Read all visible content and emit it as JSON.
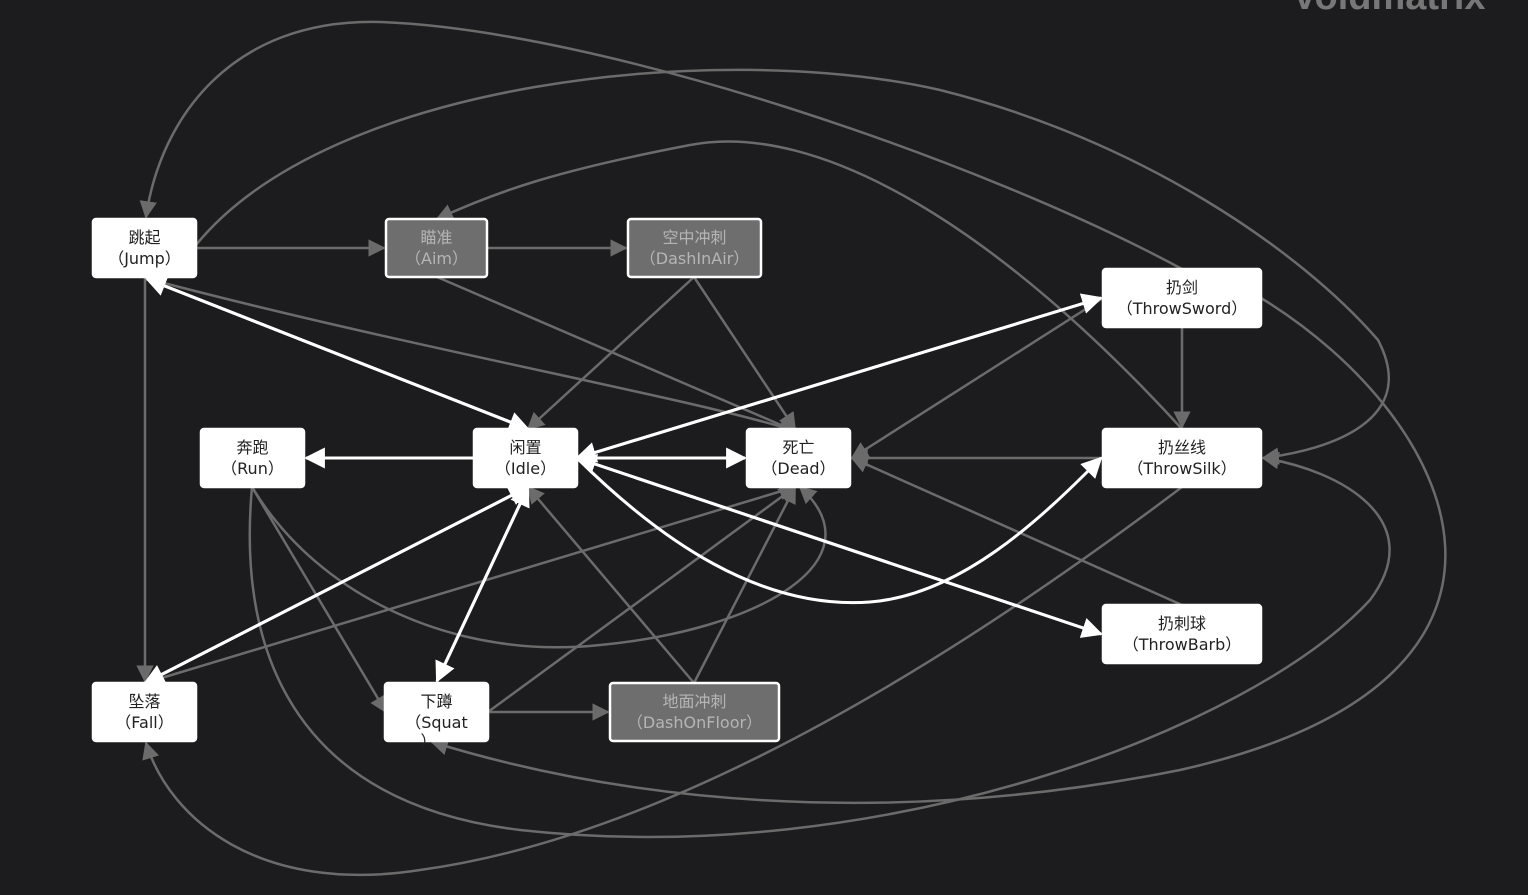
{
  "watermark": "Voidmatrix",
  "colors": {
    "background": "#1c1c1e",
    "node_fill": "#ffffff",
    "node_text": "#222222",
    "node_dim_fill": "#6e6e6e",
    "node_dim_stroke": "#ffffff",
    "node_dim_text": "#b5b5b5",
    "edge_active": "#ffffff",
    "edge_inactive": "#6b6b6b"
  },
  "nodes": [
    {
      "id": "jump",
      "name": "跳起",
      "sub": "（Jump）",
      "dim": false
    },
    {
      "id": "aim",
      "name": "瞄准",
      "sub": "（Aim）",
      "dim": true
    },
    {
      "id": "dashinair",
      "name": "空中冲刺",
      "sub": "（DashInAir）",
      "dim": true
    },
    {
      "id": "throwsword",
      "name": "扔剑",
      "sub": "（ThrowSword）",
      "dim": false
    },
    {
      "id": "run",
      "name": "奔跑",
      "sub": "（Run）",
      "dim": false
    },
    {
      "id": "idle",
      "name": "闲置",
      "sub": "（Idle）",
      "dim": false
    },
    {
      "id": "dead",
      "name": "死亡",
      "sub": "（Dead）",
      "dim": false
    },
    {
      "id": "throwsilk",
      "name": "扔丝线",
      "sub": "（ThrowSilk）",
      "dim": false
    },
    {
      "id": "throwbarb",
      "name": "扔刺球",
      "sub": "（ThrowBarb）",
      "dim": false
    },
    {
      "id": "fall",
      "name": "坠落",
      "sub": "（Fall）",
      "dim": false
    },
    {
      "id": "squat",
      "name": "下蹲",
      "sub": "（Squat",
      "sub2": "）",
      "dim": false
    },
    {
      "id": "dashonfloor",
      "name": "地面冲刺",
      "sub": "（DashOnFloor）",
      "dim": true
    }
  ],
  "edges": [
    {
      "from": "jump",
      "to": "aim",
      "active": false
    },
    {
      "from": "aim",
      "to": "dashinair",
      "active": false
    },
    {
      "from": "jump",
      "to": "fall",
      "active": false
    },
    {
      "from": "jump",
      "to": "dead",
      "active": false
    },
    {
      "from": "jump",
      "to": "throwsilk",
      "active": false
    },
    {
      "from": "aim",
      "to": "dead",
      "active": false
    },
    {
      "from": "dashinair",
      "to": "idle",
      "active": false
    },
    {
      "from": "dashinair",
      "to": "dead",
      "active": false
    },
    {
      "from": "throwsword",
      "to": "jump",
      "active": false
    },
    {
      "from": "throwsword",
      "to": "throwsilk",
      "active": false
    },
    {
      "from": "throwsword",
      "to": "dead",
      "active": false
    },
    {
      "from": "throwsword",
      "to": "squat",
      "active": false
    },
    {
      "from": "throwsilk",
      "to": "dead",
      "active": false
    },
    {
      "from": "throwsilk",
      "to": "fall",
      "active": false
    },
    {
      "from": "throwsilk",
      "to": "aim",
      "active": false
    },
    {
      "from": "throwbarb",
      "to": "dead",
      "active": false
    },
    {
      "from": "run",
      "to": "dead",
      "active": false
    },
    {
      "from": "run",
      "to": "squat",
      "active": false
    },
    {
      "from": "run",
      "to": "throwsilk",
      "active": false
    },
    {
      "from": "squat",
      "to": "dashonfloor",
      "active": false
    },
    {
      "from": "squat",
      "to": "dead",
      "active": false
    },
    {
      "from": "dashonfloor",
      "to": "idle",
      "active": false
    },
    {
      "from": "dashonfloor",
      "to": "dead",
      "active": false
    },
    {
      "from": "fall",
      "to": "dead",
      "active": false
    },
    {
      "from": "idle",
      "to": "run",
      "active": true
    },
    {
      "from": "idle",
      "to": "dead",
      "active": true
    },
    {
      "from": "idle",
      "to": "jump",
      "active": true
    },
    {
      "from": "jump",
      "to": "idle",
      "active": true
    },
    {
      "from": "idle",
      "to": "throwsword",
      "active": true
    },
    {
      "from": "throwsword",
      "to": "idle",
      "active": true
    },
    {
      "from": "idle",
      "to": "throwsilk",
      "active": true
    },
    {
      "from": "idle",
      "to": "throwbarb",
      "active": true
    },
    {
      "from": "throwbarb",
      "to": "idle",
      "active": true
    },
    {
      "from": "idle",
      "to": "fall",
      "active": true
    },
    {
      "from": "fall",
      "to": "idle",
      "active": true
    },
    {
      "from": "idle",
      "to": "squat",
      "active": true
    },
    {
      "from": "squat",
      "to": "idle",
      "active": true
    }
  ]
}
